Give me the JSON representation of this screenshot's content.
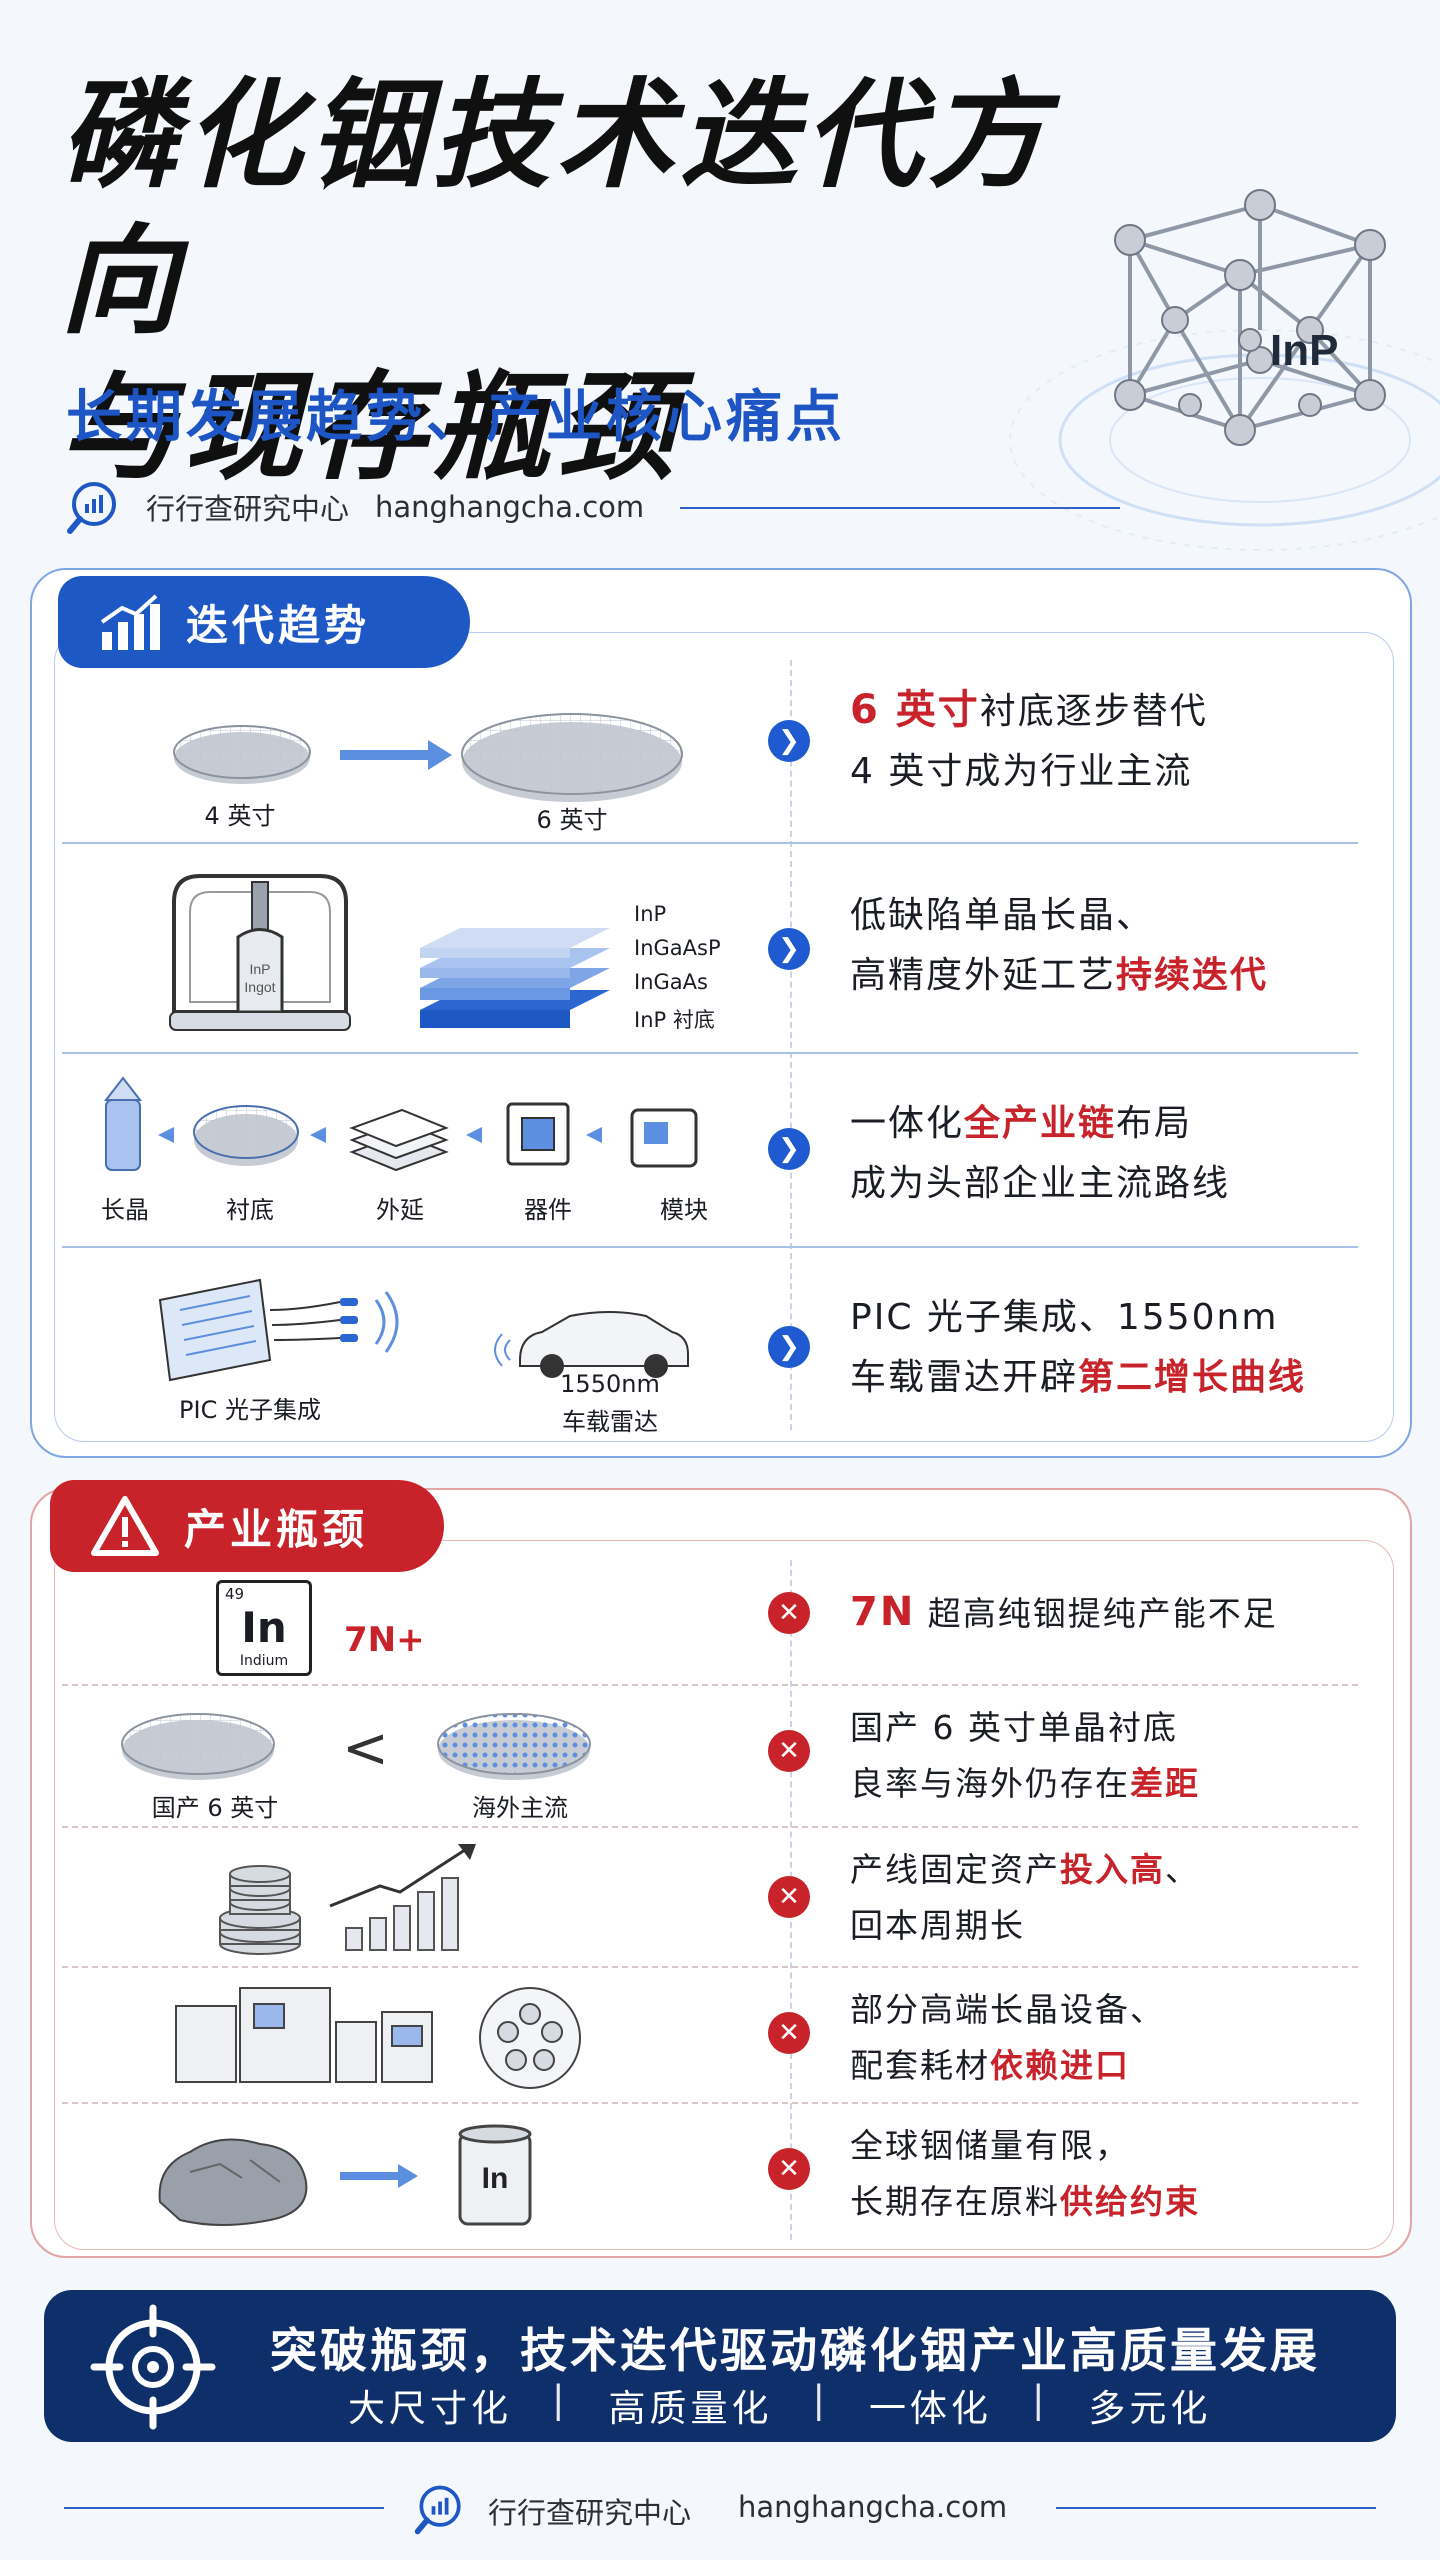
{
  "header": {
    "title_line1": "磷化铟技术迭代方向",
    "title_line2": "与现存瓶颈",
    "subtitle": "长期发展趋势、产业核心痛点",
    "brand_name": "行行查研究中心",
    "brand_url": "hanghangcha.com",
    "crystal_label": "InP"
  },
  "trend": {
    "heading": "迭代趋势",
    "rows": [
      {
        "labels": [
          "4 英寸",
          "6 英寸"
        ],
        "text_em": "6 英寸",
        "text_a": "衬底逐步替代",
        "text_b": "4 英寸成为行业主流"
      },
      {
        "labels": [
          "InP",
          "InGaAsP",
          "InGaAs",
          "InP 衬底"
        ],
        "vessel_a": "InP",
        "vessel_b": "Ingot",
        "text_a": "低缺陷单晶长晶、",
        "text_b1": "高精度外延工艺",
        "text_em": "持续迭代"
      },
      {
        "labels": [
          "长晶",
          "衬底",
          "外延",
          "器件",
          "模块"
        ],
        "text_a1": "一体化",
        "text_em": "全产业链",
        "text_a2": "布局",
        "text_b": "成为头部企业主流路线"
      },
      {
        "labels": [
          "PIC 光子集成",
          "1550nm",
          "车载雷达"
        ],
        "text_a": "PIC 光子集成、1550nm",
        "text_b1": "车载雷达开辟",
        "text_em": "第二增长曲线"
      }
    ]
  },
  "bottleneck": {
    "heading": "产业瓶颈",
    "rows": [
      {
        "element": {
          "number": "49",
          "symbol": "In",
          "name": "Indium"
        },
        "tag": "7N+",
        "text_em": "7N",
        "text_a": " 超高纯铟提纯产能不足"
      },
      {
        "labels": [
          "国产 6 英寸",
          "海外主流"
        ],
        "compare": "<",
        "text_a": "国产 6 英寸单晶衬底",
        "text_b1": "良率与海外仍存在",
        "text_em": "差距"
      },
      {
        "text_a1": "产线固定资产",
        "text_em": "投入高",
        "text_a2": "、",
        "text_b": "回本周期长"
      },
      {
        "text_a": "部分高端长晶设备、",
        "text_b1": "配套耗材",
        "text_em": "依赖进口"
      },
      {
        "can_label": "In",
        "text_a": "全球铟储量有限，",
        "text_b1": "长期存在原料",
        "text_em": "供给约束"
      }
    ]
  },
  "footer": {
    "slogan": "突破瓶颈，技术迭代驱动磷化铟产业高质量发展",
    "tags": [
      "大尺寸化",
      "高质量化",
      "一体化",
      "多元化"
    ],
    "sep": "|",
    "brand_name": "行行查研究中心",
    "brand_url": "hanghangcha.com"
  },
  "colors": {
    "blue": "#1e58c5",
    "red": "#c8232a",
    "navy": "#0f2f6b"
  }
}
